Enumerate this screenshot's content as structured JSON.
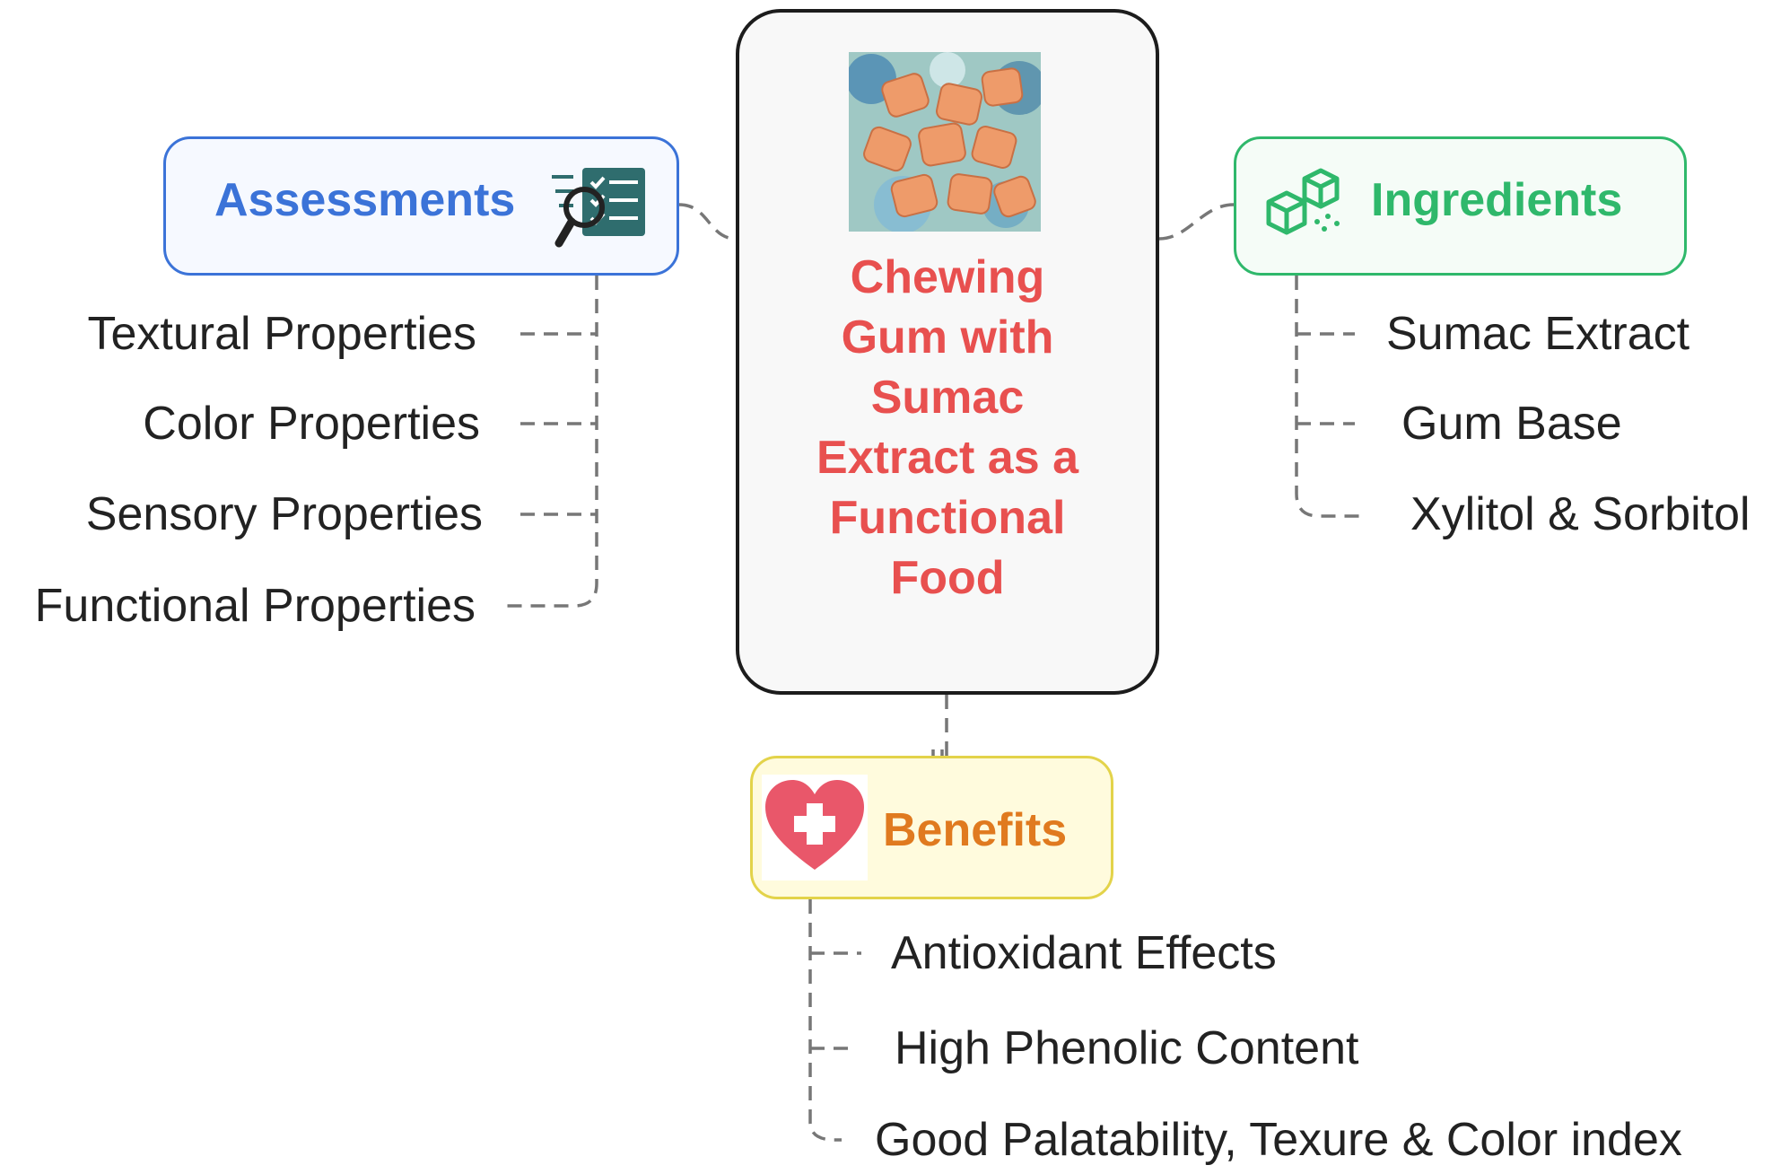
{
  "central": {
    "title_lines": [
      "Chewing",
      "Gum with",
      "Sumac",
      "Extract as a",
      "Functional",
      "Food"
    ],
    "photo": "orange chewing gum pieces on blue-green background"
  },
  "assessments": {
    "label": "Assessments",
    "icon": "checklist-magnifier-icon",
    "items": [
      "Textural Properties",
      "Color Properties",
      "Sensory Properties",
      "Functional Properties"
    ]
  },
  "ingredients": {
    "label": "Ingredients",
    "icon": "cubes-icon",
    "items": [
      "Sumac Extract",
      "Gum Base",
      "Xylitol & Sorbitol"
    ]
  },
  "benefits": {
    "label": "Benefits",
    "icon": "heart-medical-cross-icon",
    "items": [
      "Antioxidant Effects",
      "High Phenolic Content",
      "Good Palatability, Texure & Color index"
    ]
  },
  "colors": {
    "central_title": "#e8504f",
    "assessments": "#3b73d8",
    "ingredients": "#2fb86b",
    "benefits_border": "#e3d34a",
    "benefits_label": "#e07a1f",
    "heart": "#e9576a",
    "connector": "#777777"
  }
}
